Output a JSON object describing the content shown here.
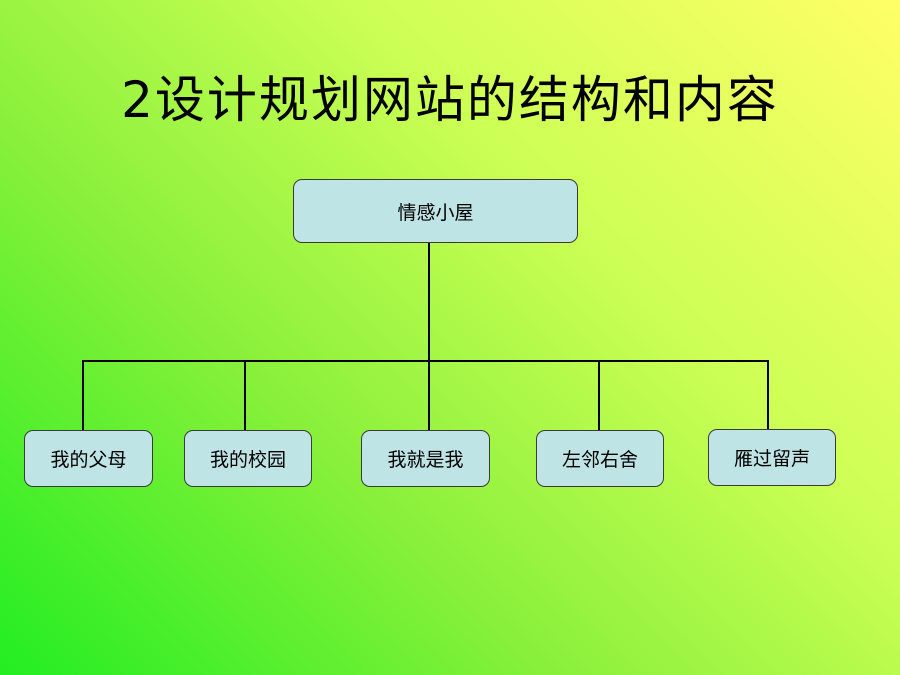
{
  "title": "2设计规划网站的结构和内容",
  "root": {
    "label": "情感小屋"
  },
  "children": [
    {
      "label": "我的父母"
    },
    {
      "label": "我的校园"
    },
    {
      "label": "我就是我"
    },
    {
      "label": "左邻右舍"
    },
    {
      "label": "雁过留声"
    }
  ]
}
